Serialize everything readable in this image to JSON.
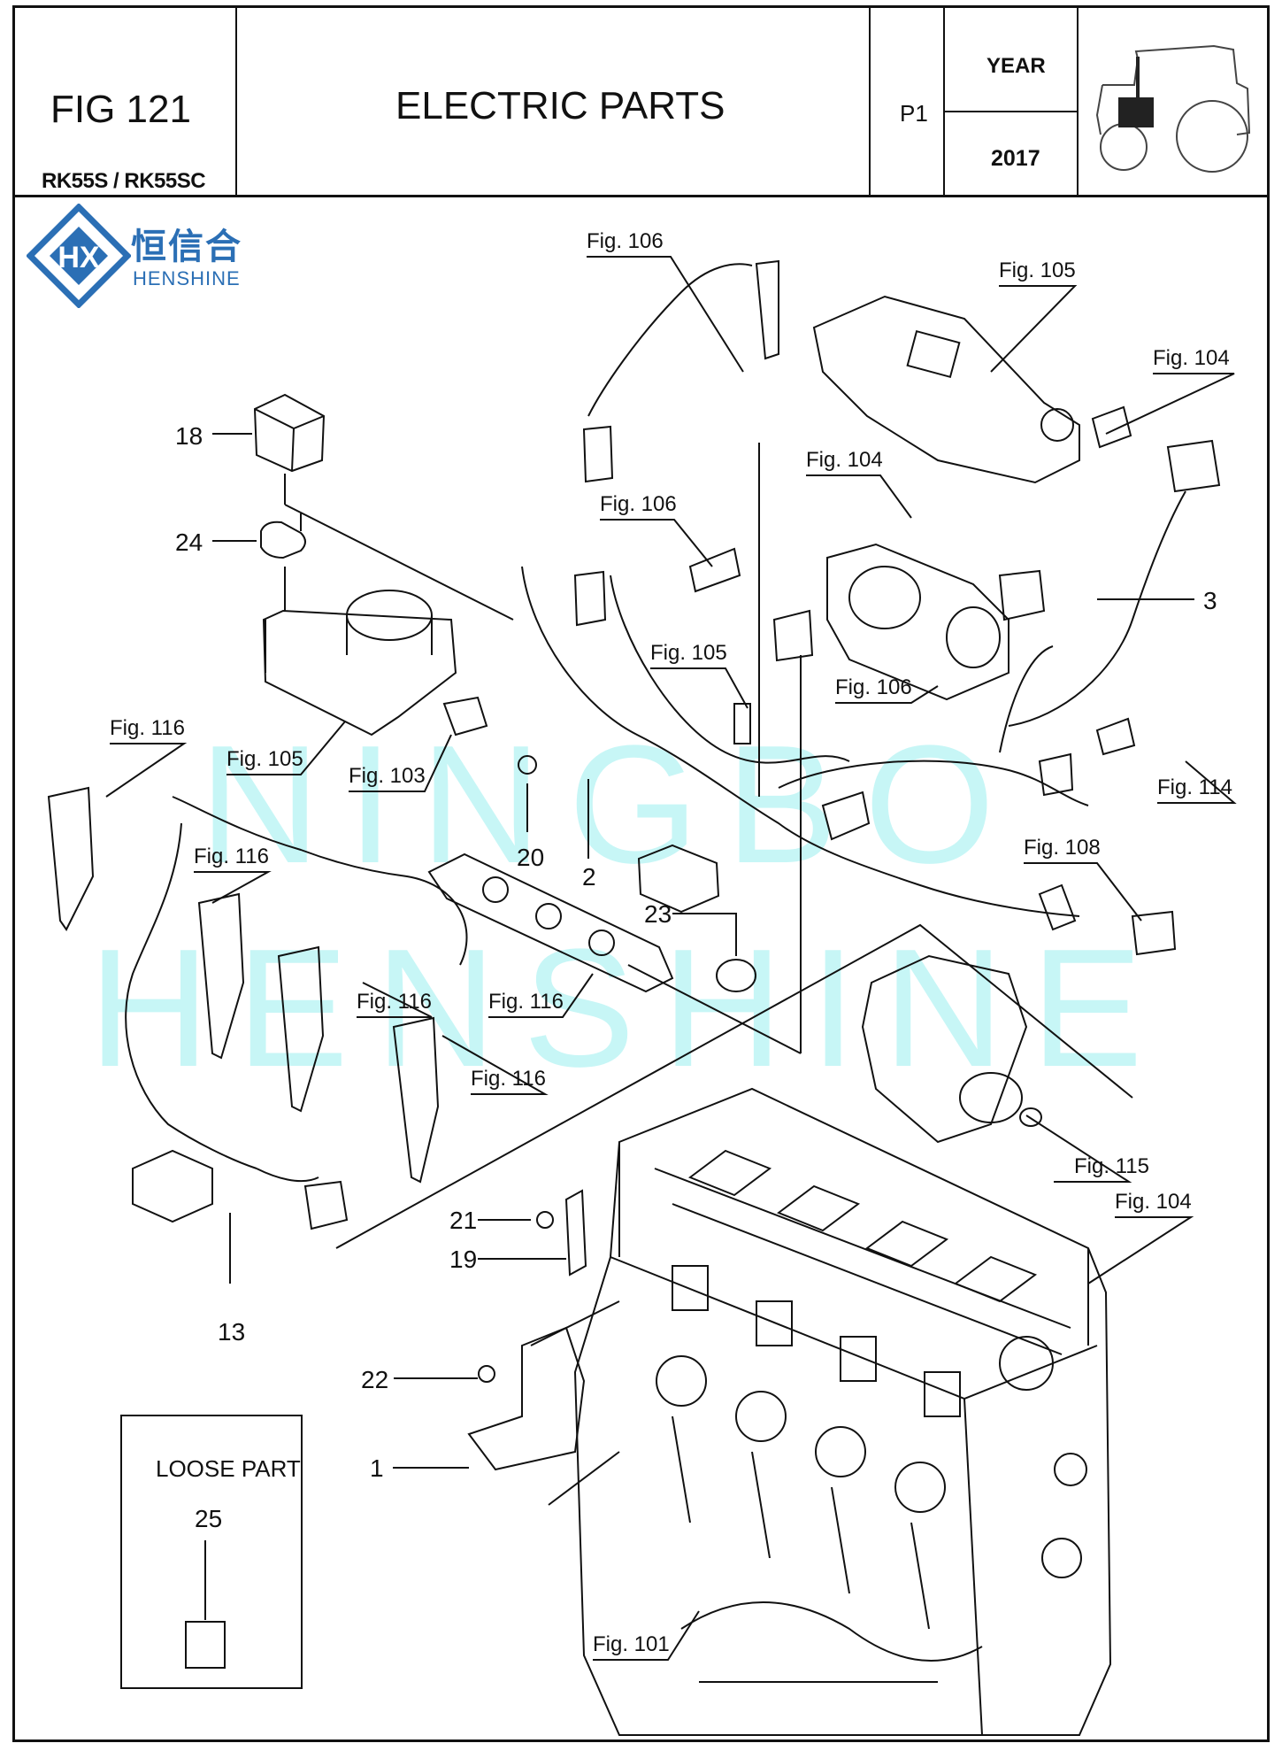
{
  "header": {
    "fig_number": "FIG 121",
    "model": "RK55S / RK55SC",
    "title": "ELECTRIC PARTS",
    "page": "P1",
    "year_label": "YEAR",
    "year_value": "2017",
    "tractor_icon": "tractor-engine-location-icon"
  },
  "logo": {
    "name_cn": "恒信合",
    "name_en": "HENSHINE",
    "icon": "henshine-diamond-logo-icon",
    "brand_color": "#2b6fb5"
  },
  "watermark": {
    "line1": "NINGBO",
    "line2": "HENSHINE",
    "color": "#58e6e6"
  },
  "fig_refs": {
    "r1": "Fig. 106",
    "r2": "Fig. 105",
    "r3": "Fig. 104",
    "r4": "Fig. 104",
    "r5": "Fig. 106",
    "r6": "Fig. 105",
    "r7": "Fig. 106",
    "r8": "Fig. 116",
    "r9": "Fig. 105",
    "r10": "Fig. 103",
    "r11": "Fig. 114",
    "r12": "Fig. 116",
    "r13": "Fig. 108",
    "r14": "Fig. 116",
    "r15": "Fig. 116",
    "r16": "Fig. 116",
    "r17": "Fig. 115",
    "r18": "Fig. 104",
    "r19": "Fig. 101"
  },
  "callouts": {
    "c18": "18",
    "c24": "24",
    "c3": "3",
    "c20": "20",
    "c2": "2",
    "c23": "23",
    "c21": "21",
    "c19": "19",
    "c13": "13",
    "c22": "22",
    "c1": "1",
    "c25": "25"
  },
  "loose_part": {
    "label": "LOOSE PART"
  }
}
